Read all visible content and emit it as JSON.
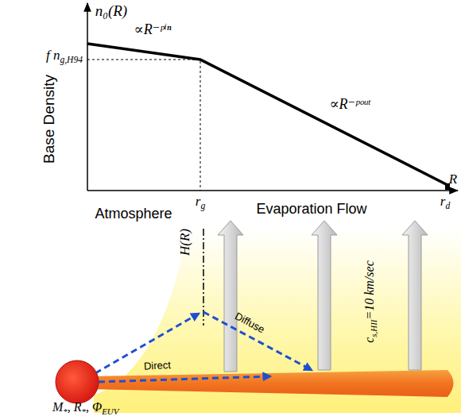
{
  "diagram": {
    "labels": [
      "n₀(R)",
      "Base Density",
      "∝R⁻ᵖⁱⁿ",
      "f n",
      "g,H94",
      "∝R⁻ᵖᵒᵘᵗ",
      "r",
      "g",
      "r",
      "d",
      "R",
      "Atmosphere",
      "Evaporation Flow",
      "H(R)",
      "Direct",
      "Diffuse",
      "c",
      "s,HII",
      "=10 km/sec",
      "M",
      "*",
      ", R",
      "*",
      ", Φ",
      "EUV"
    ]
  }
}
